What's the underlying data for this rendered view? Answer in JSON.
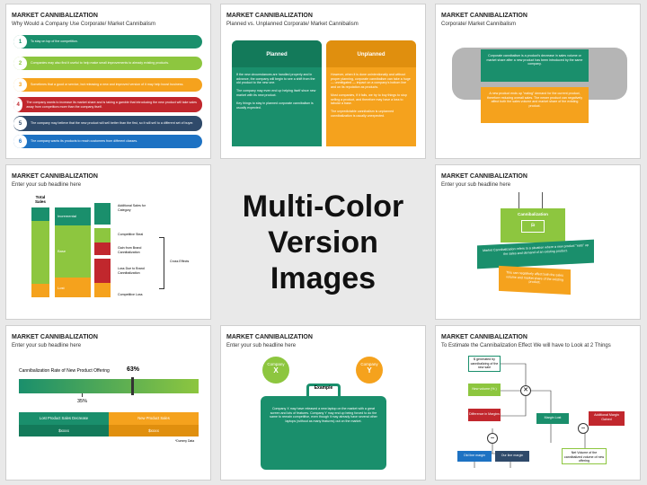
{
  "colors": {
    "green": "#1a8f6c",
    "lime": "#8dc63f",
    "orange": "#f5a21d",
    "red": "#c1272d",
    "navy": "#2f4a6a",
    "blue": "#1d72c3"
  },
  "center": {
    "line1": "Multi-Color",
    "line2": "Version Images"
  },
  "slide1": {
    "title": "MARKET CANNIBALIZATION",
    "subtitle": "Why Would a Company Use Corporate/ Market Cannibalism",
    "items": [
      {
        "num": "1",
        "text": "To stay on top of the competition."
      },
      {
        "num": "2",
        "text": "Companies may also find it useful to help make small improvements to already existing products."
      },
      {
        "num": "3",
        "text": "Sometimes that a good or service, but releasing a new and improved version of it may help boost business."
      },
      {
        "num": "4",
        "text": "The company wants to increase its market share and is taking a gamble that introducing the new product will take sales away from competitors more than the company itself."
      },
      {
        "num": "5",
        "text": "The company may believe that the new product will sell better than the first, so it will sell to a different set of buyer."
      },
      {
        "num": "6",
        "text": "The company wants its products to reach customers from different classes."
      }
    ]
  },
  "slide2": {
    "title": "MARKET CANNIBALIZATION",
    "subtitle": "Planned vs. Unplanned Corporate/ Market Cannibalism",
    "planned": {
      "label": "Planned",
      "p1": "If the new circumstances are handled properly and in advance, the company will begin to see a shift from the old product to the new one.",
      "p2": "The company may even end up helping itself since new market with its new product.",
      "p3": "Key things to stay in planned corporate cannibalism is usually expected."
    },
    "unplanned": {
      "label": "Unplanned",
      "p1": "However, when it is done unintentionally and without proper planning, corporate cannibalism can take a huge — unmitigated — impact on a company's bottom line and on its reputation as products.",
      "p2": "Most companies, if it fails, we try to buy things to stop selling a product, and therefore may have a loss to tabular a base.",
      "p3": "The unpredictable cannibalism is unplanned cannibalization is usually unexpected."
    }
  },
  "slide3": {
    "title": "MARKET CANNIBALIZATION",
    "subtitle": "Corporate/ Market Cannibalism",
    "top": "Corporate cannibalism is a product's decrease in sales volume or market share after a new product has been introduced by the same company.",
    "bottom": "A new product ends up \"eating\" demand for the current product, therefore reducing overall sales. The newer product can negatively affect both the sales volume and market share of the existing product."
  },
  "slide4": {
    "title": "MARKET CANNIBALIZATION",
    "subtitle": "Enter your sub headline here",
    "total_sales": "Total Sales",
    "incremental": "Incremental",
    "base": "Base",
    "lost": "Lost",
    "labels": [
      "Additional Sales for Category",
      "Competitive Steal",
      "Gain from Brand Cannibalization",
      "Loss Due to Brand Cannibalization",
      "Competitive Loss"
    ],
    "cross": "Cross Effects"
  },
  "slide6": {
    "title": "MARKET CANNIBALIZATION",
    "subtitle": "Enter your sub headline here",
    "heading": "Cannibalization",
    "def": "Market Cannibalization refers to a situation where a new product \"eats\" up the sales and demand of an existing product.",
    "note": "This can negatively affect both the sales volume and market share of the existing product."
  },
  "slide7": {
    "title": "MARKET CANNIBALIZATION",
    "subtitle": "Enter your sub headline here",
    "rate_label": "Cannibalization Rate of New Product Offering",
    "pct_high": "63%",
    "pct_low": "35%",
    "rate_fraction_high": 0.63,
    "rate_fraction_low": 0.35,
    "col1": "Lost Product Sales Decrease",
    "col2": "New Product Sales",
    "val1": "$xxxx",
    "val2": "$xxxx",
    "footnote": "*Dummy Data"
  },
  "slide8": {
    "title": "MARKET CANNIBALIZATION",
    "subtitle": "Enter your sub headline here",
    "companyx": {
      "word": "Company",
      "letter": "X"
    },
    "companyy": {
      "word": "Company",
      "letter": "Y"
    },
    "example": "Example",
    "body": "Company X may have released a new laptop on the market with a great screen and lots of features. Company Y may end up being forced to do the same to remain competitive, even though it may already have several other laptops (without as many features) out on the market."
  },
  "slide9": {
    "title": "MARKET CANNIBALIZATION",
    "subtitle": "To Estimate the Cannibalization Effect We will have to Look at 2 Things",
    "nodes": {
      "a": "$ generated by cannibalizing of the new sale",
      "b": "New volume (% )",
      "c": "Difference in Margins",
      "d": "Margin Lost",
      "e": "Additional Margin Gained",
      "f": "Old line margin",
      "g": "Our line margin",
      "h": "Net Volume of the cannibalized volume of new offering"
    },
    "ops": {
      "times": "✕",
      "minus": "−"
    }
  }
}
